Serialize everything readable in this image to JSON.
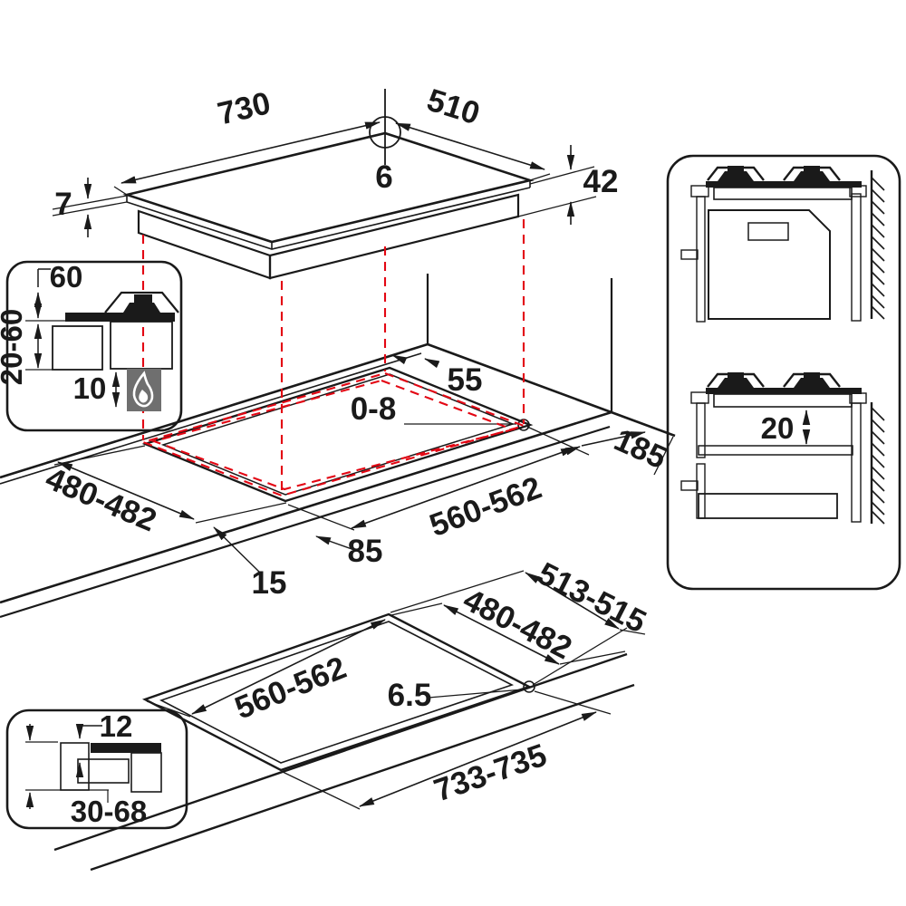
{
  "colors": {
    "ink": "#1a1a1a",
    "projection_red": "#e30613"
  },
  "hob_view": {
    "width_mm": "730",
    "depth_mm": "510",
    "hole_center_offset_mm": "6",
    "glass_thickness_mm": "7",
    "body_height_mm": "42"
  },
  "clearance_detail": {
    "rear_gap_mm": "60",
    "worktop_thickness_mm": "20-60",
    "bottom_clearance_mm": "10"
  },
  "cutout_view": {
    "rear_clearance_mm": "55",
    "corner_radius_mm": "0-8",
    "right_clearance_mm": "185",
    "cutout_depth_mm": "480-482",
    "side_margin_mm": "15",
    "front_margin_mm": "85",
    "cutout_width_mm": "560-562"
  },
  "shelf_detail": {
    "clearance_mm": "20"
  },
  "flush_cutout_view": {
    "outer_depth_mm": "513-515",
    "cutout_depth_mm": "480-482",
    "cutout_width_mm": "560-562",
    "corner_radius_mm": "6.5",
    "outer_width_mm": "733-735"
  },
  "edge_detail": {
    "lip_mm": "12",
    "worktop_thickness_mm": "30-68"
  }
}
